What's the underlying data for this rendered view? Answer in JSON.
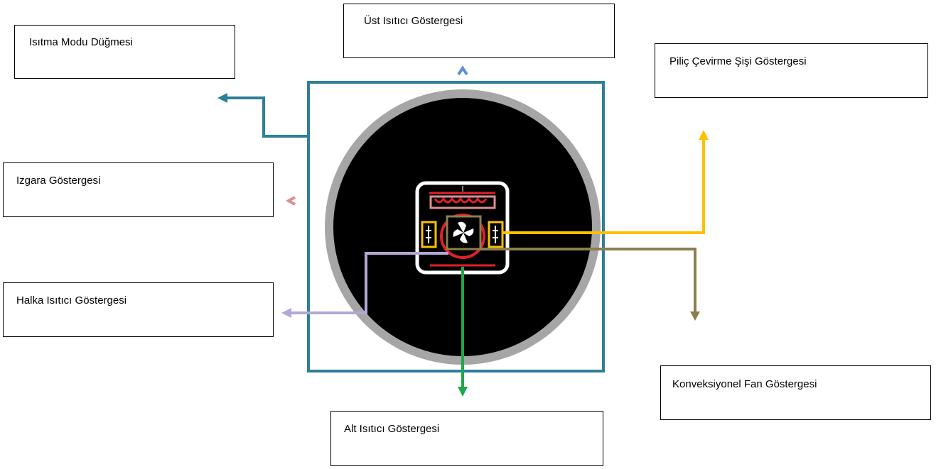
{
  "labels": {
    "heating_mode": "Isıtma Modu Düğmesi",
    "top_heater": "Üst Isıtıcı Göstergesi",
    "rotisserie": "Piliç Çevirme Şişi Göstergesi",
    "grill": "Izgara Göstergesi",
    "ring_heater": "Halka Isıtıcı Göstergesi",
    "convection_fan": "Konveksiyonel Fan Göstergesi",
    "bottom_heater": "Alt Isıtıcı Göstergesi"
  },
  "colors": {
    "heating_mode": "#2e7f99",
    "top_heater": "#5b8fd4",
    "rotisserie": "#ffc000",
    "grill": "#d89090",
    "ring_heater": "#b4a7d6",
    "convection_fan": "#8c7f4f",
    "bottom_heater": "#1ea84a",
    "dial_ring": "#a6a6a6",
    "dial_face": "#000000",
    "icon_white": "#ffffff",
    "icon_red": "#e0202a"
  }
}
